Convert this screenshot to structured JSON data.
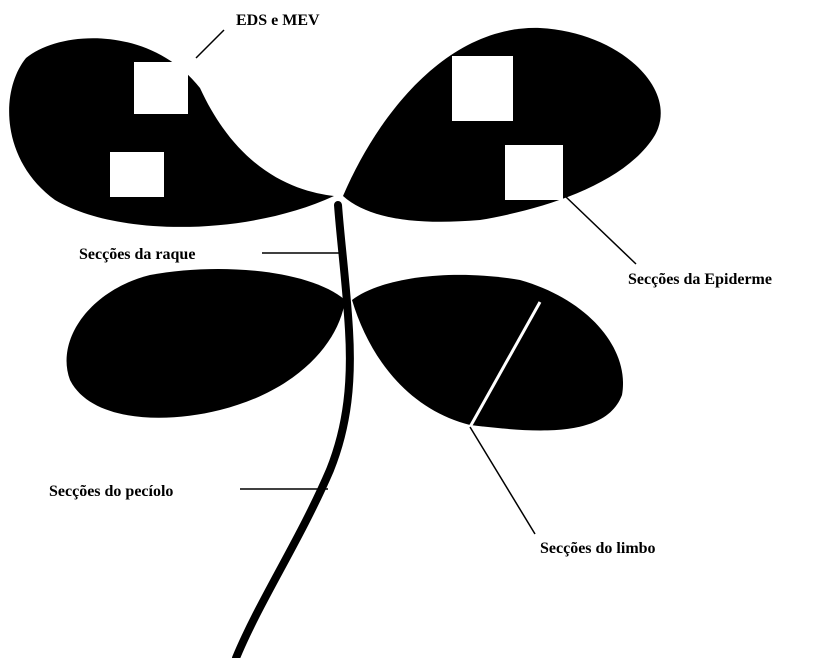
{
  "labels": {
    "eds_mev": "EDS e MEV",
    "raque": "Secções da raque",
    "epiderme": "Secções da Epiderme",
    "peciolo": "Secções do pecíolo",
    "limbo": "Secções do limbo"
  },
  "colors": {
    "leaf": "#000000",
    "background": "#ffffff",
    "sample": "#ffffff"
  }
}
